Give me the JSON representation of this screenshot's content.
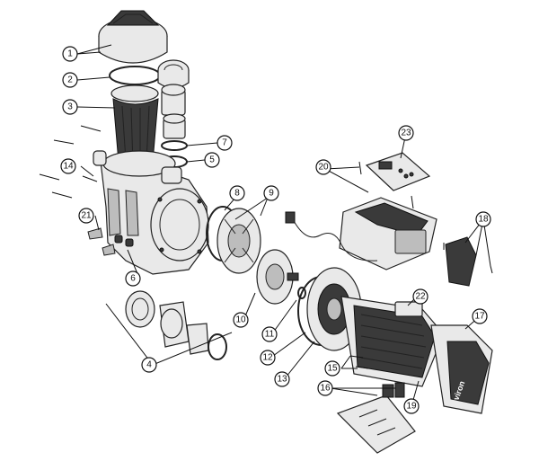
{
  "callouts": [
    {
      "id": "c1",
      "label": "1"
    },
    {
      "id": "c2",
      "label": "2"
    },
    {
      "id": "c3",
      "label": "3"
    },
    {
      "id": "c4",
      "label": "4"
    },
    {
      "id": "c5",
      "label": "5"
    },
    {
      "id": "c6",
      "label": "6"
    },
    {
      "id": "c7",
      "label": "7"
    },
    {
      "id": "c8",
      "label": "8"
    },
    {
      "id": "c9",
      "label": "9"
    },
    {
      "id": "c10",
      "label": "10"
    },
    {
      "id": "c11",
      "label": "11"
    },
    {
      "id": "c12",
      "label": "12"
    },
    {
      "id": "c13",
      "label": "13"
    },
    {
      "id": "c14",
      "label": "14"
    },
    {
      "id": "c15",
      "label": "15"
    },
    {
      "id": "c16",
      "label": "16"
    },
    {
      "id": "c17",
      "label": "17"
    },
    {
      "id": "c18",
      "label": "18"
    },
    {
      "id": "c19",
      "label": "19"
    },
    {
      "id": "c20",
      "label": "20"
    },
    {
      "id": "c21",
      "label": "21"
    },
    {
      "id": "c22",
      "label": "22"
    },
    {
      "id": "c23",
      "label": "23"
    }
  ],
  "brand_text": "viron"
}
